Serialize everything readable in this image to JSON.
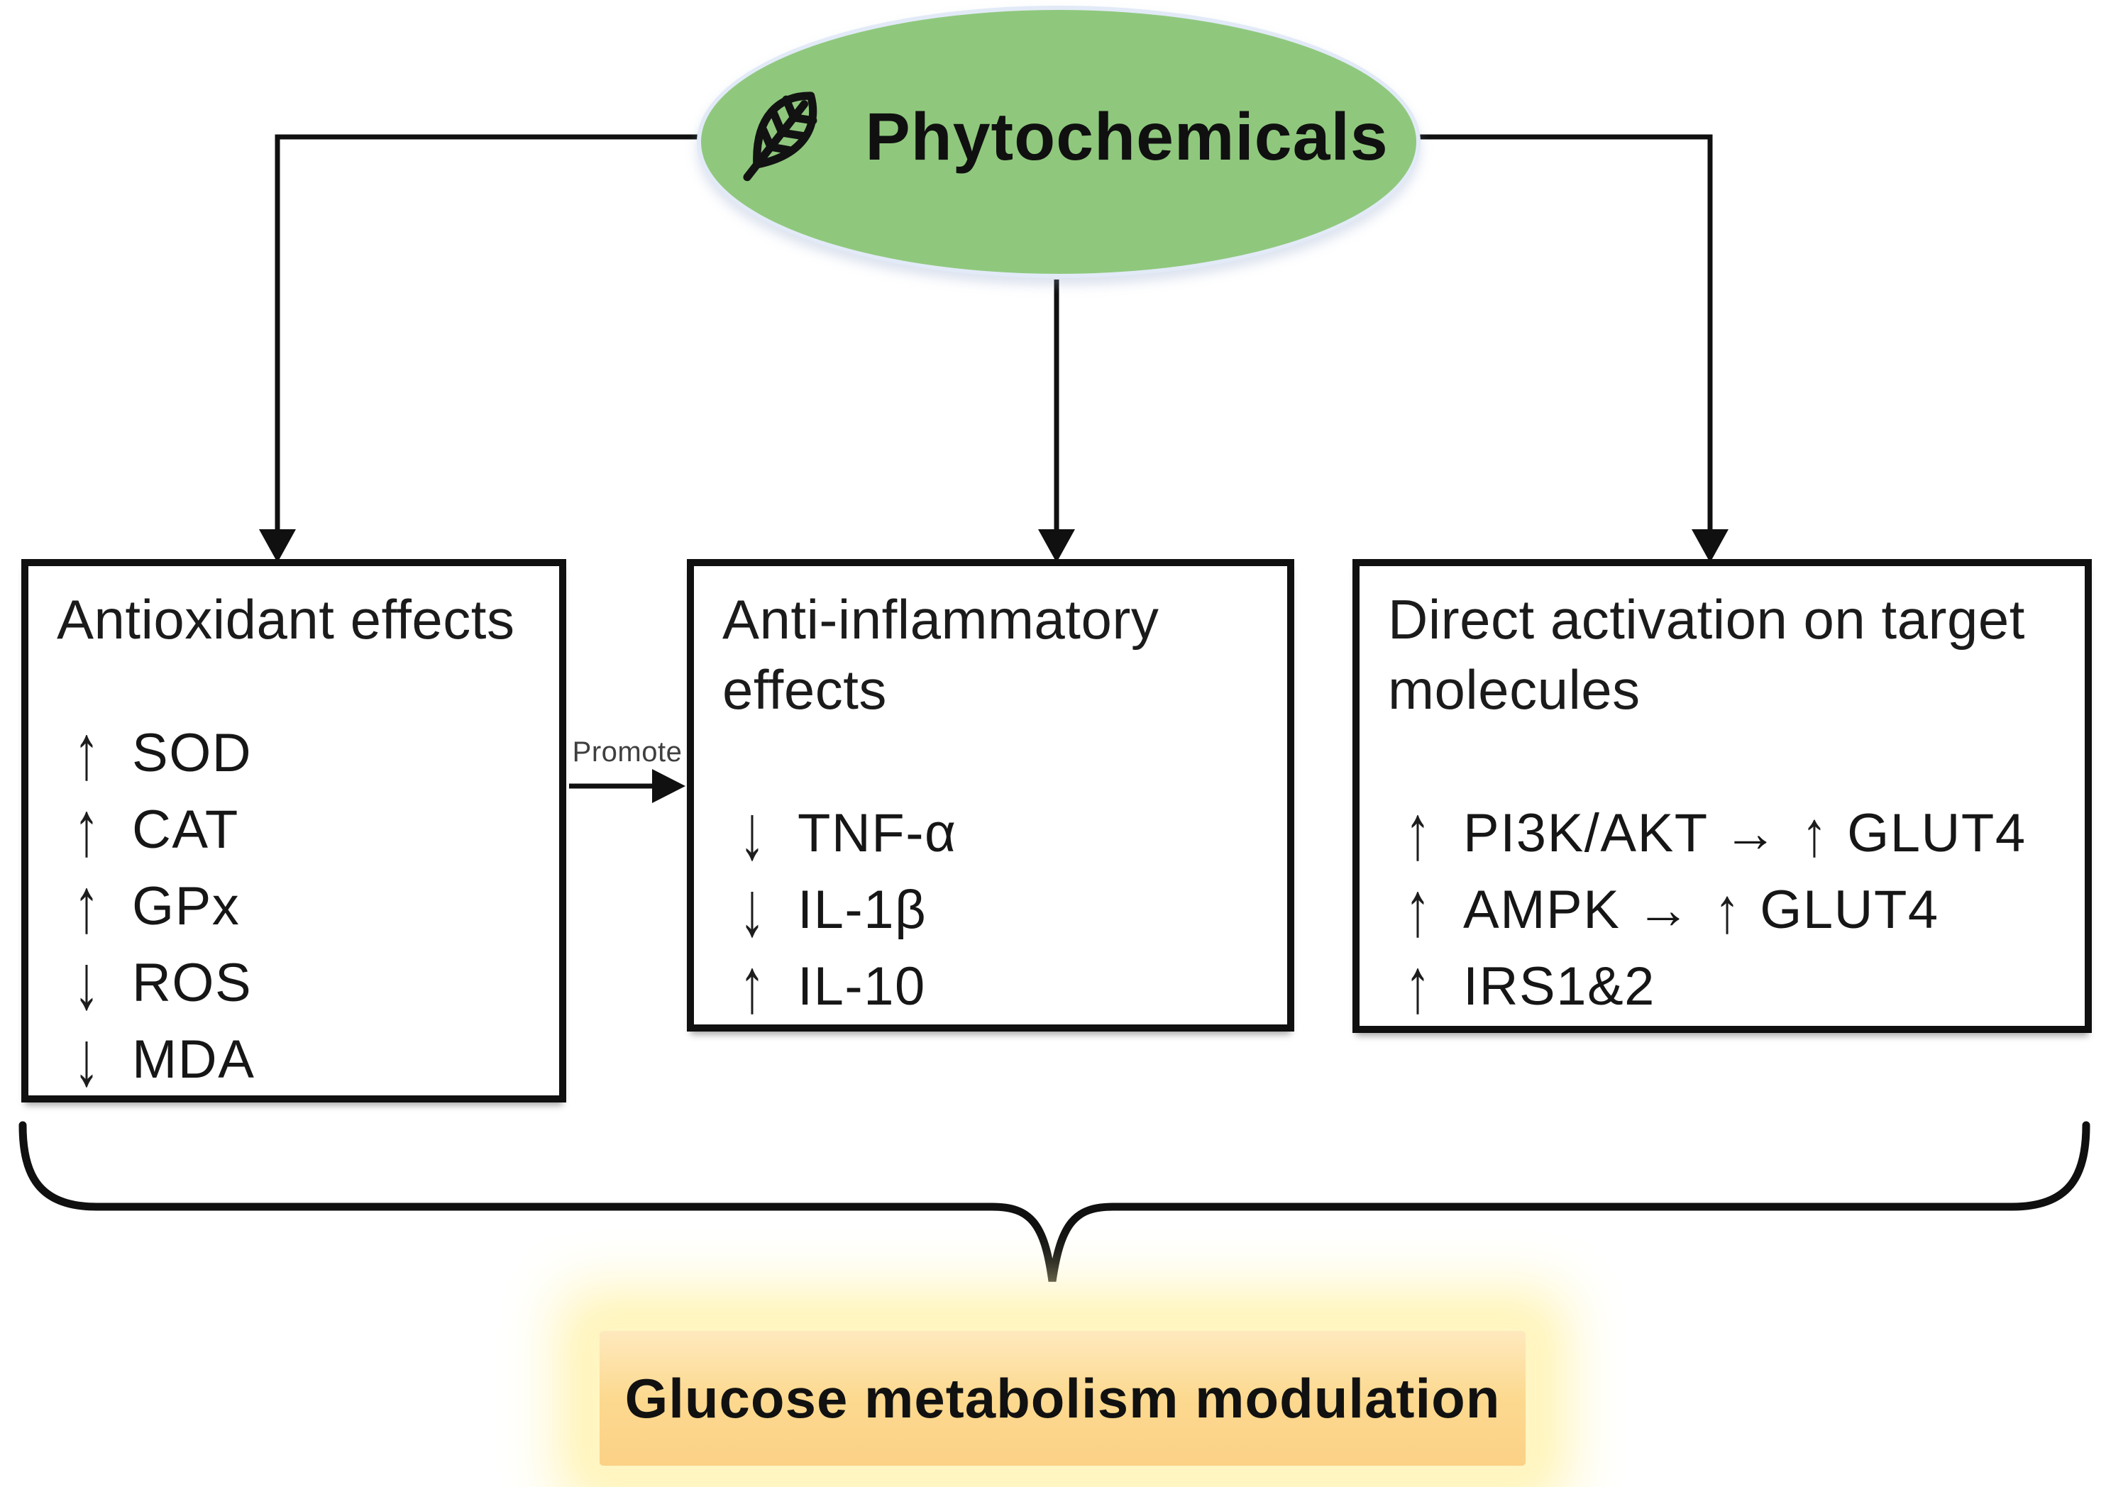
{
  "diagram": {
    "root": {
      "label": "Phytochemicals",
      "icon": "leaf-icon",
      "fill_color": "#8FC87D",
      "rim_color": "#E2EAF7"
    },
    "glyphs": {
      "up": "↑",
      "down": "↓",
      "right": "→"
    },
    "boxes": [
      {
        "id": "antioxidant",
        "title": "Antioxidant effects",
        "items": [
          {
            "dir": "up",
            "label": "SOD"
          },
          {
            "dir": "up",
            "label": "CAT"
          },
          {
            "dir": "up",
            "label": "GPx"
          },
          {
            "dir": "down",
            "label": "ROS"
          },
          {
            "dir": "down",
            "label": "MDA"
          }
        ]
      },
      {
        "id": "anti-inflammatory",
        "title": "Anti-inflammatory\neffects",
        "items": [
          {
            "dir": "down",
            "label": "TNF-α"
          },
          {
            "dir": "down",
            "label": "IL-1β"
          },
          {
            "dir": "up",
            "label": "IL-10"
          }
        ]
      },
      {
        "id": "direct-activation",
        "title": "Direct activation on target\nmolecules",
        "items": [
          {
            "dir": "up",
            "label": "PI3K/AKT → ↑ GLUT4"
          },
          {
            "dir": "up",
            "label": "AMPK → ↑ GLUT4"
          },
          {
            "dir": "up",
            "label": "IRS1&2"
          }
        ]
      }
    ],
    "promote_label": "Promote",
    "outcome": {
      "label": "Glucose metabolism modulation",
      "fill_color": "#FCD78D",
      "glow_color": "#FFF3AE"
    },
    "colors": {
      "line": "#101010",
      "box_border": "#101010",
      "promote_text": "#3F3F3F",
      "text": "#141414"
    }
  }
}
